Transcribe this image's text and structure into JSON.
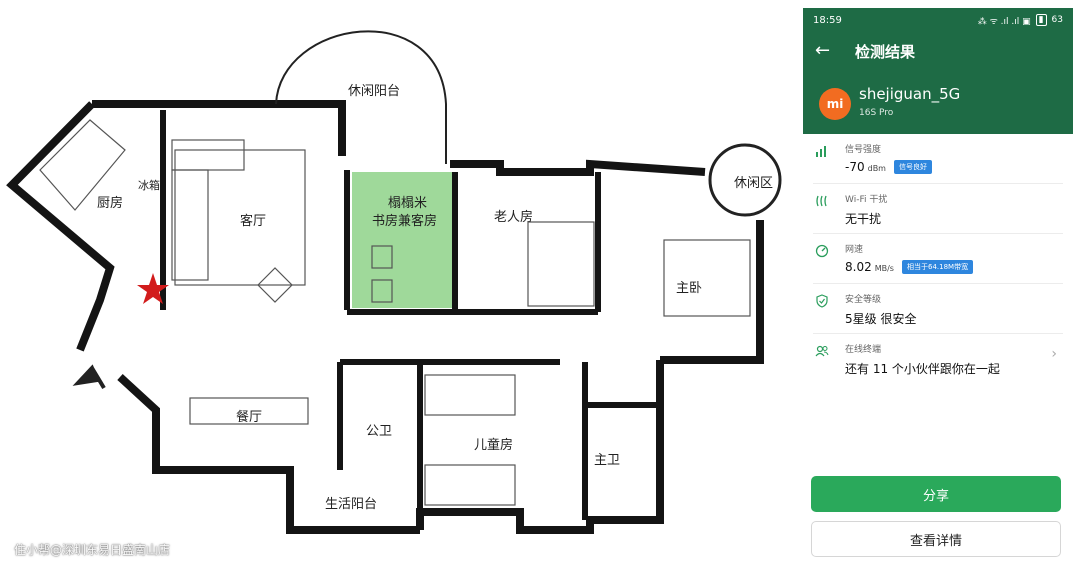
{
  "floorplan": {
    "rooms": {
      "balcony_top": "休闲阳台",
      "kitchen": "厨房",
      "fridge": "冰箱",
      "living_room": "客厅",
      "study_line1": "榻榻米",
      "study_line2": "书房兼客房",
      "elder_room": "老人房",
      "leisure_area": "休闲区",
      "master_bedroom": "主卧",
      "dining_room": "餐厅",
      "public_bath": "公卫",
      "kids_room": "儿童房",
      "master_bath": "主卫",
      "utility_balcony": "生活阳台"
    },
    "watermark": "住小帮@深圳东易日盛南山店",
    "highlight_color": "#9fd99a",
    "star_color": "#d21c1c"
  },
  "phone": {
    "status": {
      "time": "18:59",
      "icons": "⁂ ᯤ .ıl .ıl ▣",
      "battery": "63"
    },
    "header": {
      "back": "←",
      "title": "检测结果"
    },
    "network": {
      "logo": "mi",
      "ssid": "shejiguan_5G",
      "model": "16S Pro"
    },
    "metrics": [
      {
        "icon": "signal-bars-icon",
        "label": "信号强度",
        "value": "-70",
        "unit": "dBm",
        "badge": "信号良好"
      },
      {
        "icon": "interference-icon",
        "label": "Wi-Fi 干扰",
        "value": "无干扰",
        "unit": "",
        "badge": ""
      },
      {
        "icon": "speedometer-icon",
        "label": "网速",
        "value": "8.02",
        "unit": "MB/s",
        "badge": "相当于64.18M带宽"
      },
      {
        "icon": "shield-check-icon",
        "label": "安全等级",
        "value": "5星级 很安全",
        "unit": "",
        "badge": ""
      },
      {
        "icon": "users-icon",
        "label": "在线终端",
        "value": "还有 11 个小伙伴跟你在一起",
        "unit": "",
        "badge": ""
      }
    ],
    "buttons": {
      "share": "分享",
      "details": "查看详情"
    },
    "colors": {
      "header": "#1e6b45",
      "accent": "#2aa95b",
      "badge": "#2e86de"
    }
  }
}
